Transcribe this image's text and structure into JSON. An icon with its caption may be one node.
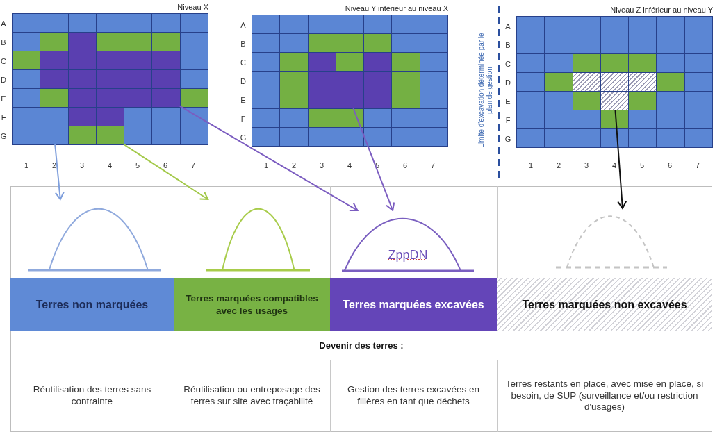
{
  "diagram": {
    "nodes": [
      {
        "text": [
          "Niveau X"
        ]
      },
      {
        "text": [
          "Niveau Y intérieur au niveau X"
        ]
      },
      {
        "text": [
          "Niveau Z inférieur au niveau Y"
        ]
      },
      {
        "text": [],
        "shape": "box",
        "in": 0
      },
      {
        "text": [],
        "shape": "box",
        "in": 0
      },
      {
        "text": [],
        "shape": "box",
        "in": 0
      },
      {
        "text": [],
        "shape": "box",
        "in": 1
      },
      {
        "text": [],
        "shape": "box",
        "in": 2
      },
      {
        "text": [],
        "shape": "mound"
      },
      {
        "text": [],
        "shape": "mound"
      },
      {
        "text": [
          "ZppDN"
        ]
      },
      {
        "text": [],
        "shape": "mound"
      },
      {
        "text": [
          "Terres non marquées"
        ]
      },
      {
        "text": [
          "Terres marquées compatibles avec les usages"
        ]
      },
      {
        "text": [
          "Terres marquées excavées"
        ]
      },
      {
        "text": [
          "Terres marquées non excavées"
        ]
      },
      {
        "text": [
          "Devenir des terres :"
        ]
      },
      {
        "text": [
          "Réutilisation des terres sans contrainte"
        ]
      },
      {
        "text": [
          "Réutilisation ou entreposage des terres sur site avec traçabilité"
        ]
      },
      {
        "text": [
          "Gestion des terres excavées en filières en tant que déchets"
        ]
      },
      {
        "text": [
          "Terres restants en place, avec mise en place, si besoin, de SUP (surveillance et/ou restriction d'usages)"
        ]
      }
    ],
    "edges": [
      {
        "from": 3,
        "to": 8,
        "arrow": "to",
        "color": "#7f9fdc"
      },
      {
        "from": 4,
        "to": 9,
        "arrow": "to",
        "color": "#a3c94a"
      },
      {
        "from": 5,
        "to": 10,
        "arrow": "to",
        "color": "#7b5cc0"
      },
      {
        "from": 6,
        "to": 10,
        "arrow": "to",
        "color": "#7b5cc0"
      },
      {
        "from": 7,
        "to": 11,
        "arrow": "to",
        "color": "#111111"
      }
    ],
    "labels": [
      "A",
      "B",
      "C",
      "D",
      "E",
      "F",
      "G",
      "1",
      "2",
      "3",
      "4",
      "5",
      "6",
      "7",
      "A",
      "B",
      "C",
      "D",
      "E",
      "F",
      "G",
      "1",
      "2",
      "3",
      "4",
      "5",
      "6",
      "7",
      "Limite d'excavation déterminée par le plan de gestion",
      "A",
      "B",
      "C",
      "D",
      "E",
      "F",
      "G",
      "1",
      "2",
      "3",
      "4",
      "5",
      "6",
      "7"
    ]
  }
}
